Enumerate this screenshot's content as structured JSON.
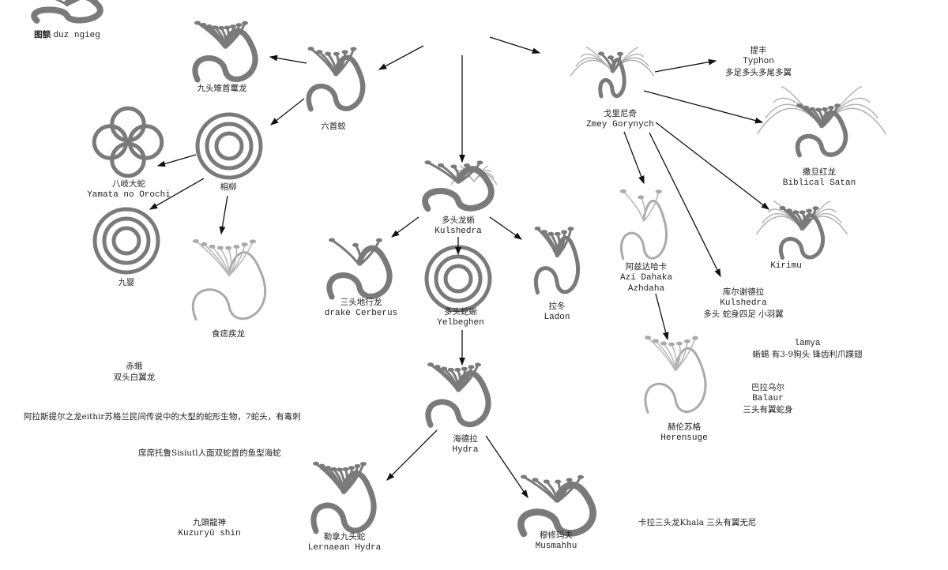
{
  "nodes": {
    "duz_ngieg": {
      "zh": "图额",
      "en": "duz ngieg"
    },
    "nine_head_dragon": {
      "zh": "九头雉首鼍龙"
    },
    "six_head_jiao": {
      "zh": "六首蛟"
    },
    "yamata": {
      "zh": "八岐大蛇",
      "en": "Yamata no Orochi"
    },
    "xiangliu": {
      "zh": "相柳"
    },
    "jiuying": {
      "zh": "九婴"
    },
    "shizhi": {
      "zh": "食痣疾龙"
    },
    "kulshedra_center": {
      "zh": "多头龙蜥",
      "en": "Kulshedra"
    },
    "cerberus": {
      "zh": "三头地行龙",
      "en": "drake Cerberus"
    },
    "yelbeghen": {
      "zh": "多头蛇蜥",
      "en": "Yelbeghen"
    },
    "ladon": {
      "zh": "拉冬",
      "en": "Ladon"
    },
    "hydra": {
      "zh": "海德拉",
      "en": "Hydra"
    },
    "lernaean": {
      "zh": "勒拿九头蛇",
      "en": "Lernaean Hydra"
    },
    "musmahhu": {
      "zh": "穆修玛夫",
      "en": "Musmahhu"
    },
    "zmey": {
      "zh": "戈里尼奇",
      "en": "Zmey Gorynych"
    },
    "typhon": {
      "zh": "提丰",
      "en": "Typhon",
      "desc": "多足多头多尾多翼"
    },
    "satan": {
      "zh": "撒旦红龙",
      "en": "Biblical Satan"
    },
    "kirimu": {
      "en": "Kirimu"
    },
    "azi_dahaka": {
      "zh": "阿兹达哈卡",
      "en": "Azi Dahaka",
      "en2": "Azhdaha"
    },
    "kulshedra_right": {
      "zh": "库尔谢德拉",
      "en": "Kulshedra",
      "desc": "多头 蛇身四足 小羽翼"
    },
    "lamya": {
      "en": "lamya",
      "desc": "蜥蜴 有3-9狗头 锋齿利爪蹼翅"
    },
    "balaur": {
      "zh": "巴拉乌尔",
      "en": "Balaur",
      "desc": "三头有翼蛇身"
    },
    "herensuge": {
      "zh": "赫伦苏格",
      "en": "Herensuge"
    },
    "chie": {
      "zh": "赤蛾",
      "desc": "双头白翼龙"
    },
    "kuzuryu": {
      "zh": "九頭龍神",
      "en": "Kuzuryū shin"
    }
  },
  "notes": {
    "eithir": "阿拉斯提尔之龙eithir苏格兰民间传说中的大型的蛇形生物，7蛇头，有毒刺",
    "sisiutl": "席席托鲁Sisiutl人面双蛇首的鱼型海蛇",
    "khala": "卡拉三头龙Khala 三头有翼无尼"
  },
  "colors": {
    "illustration": "#7a7a7a",
    "arrow": "#111111",
    "text": "#222222"
  }
}
